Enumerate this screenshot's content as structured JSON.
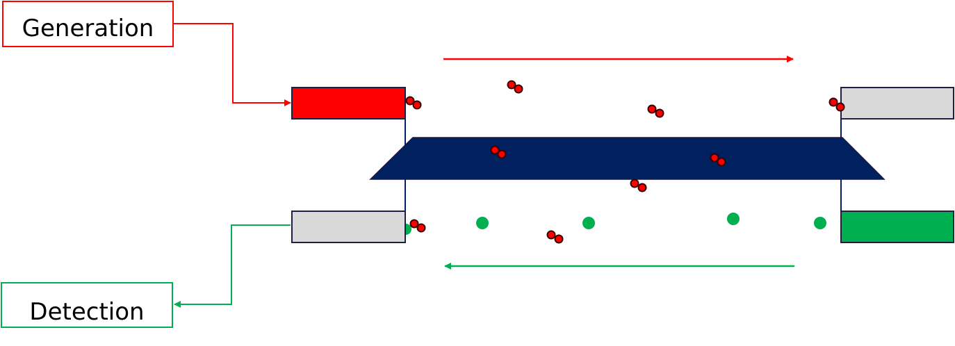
{
  "labels": {
    "generation": "Generation",
    "detection": "Detection"
  },
  "colors": {
    "generation": "#ff0000",
    "detection": "#00b050",
    "waveguide": "#002060",
    "inactive_port": "#d9d9d9",
    "photon_pair": "#ff0000",
    "detected_photon": "#00b050"
  },
  "ports": [
    {
      "name": "top-left",
      "state": "generation"
    },
    {
      "name": "top-right",
      "state": "inactive"
    },
    {
      "name": "bottom-left",
      "state": "inactive"
    },
    {
      "name": "bottom-right",
      "state": "detection"
    }
  ]
}
